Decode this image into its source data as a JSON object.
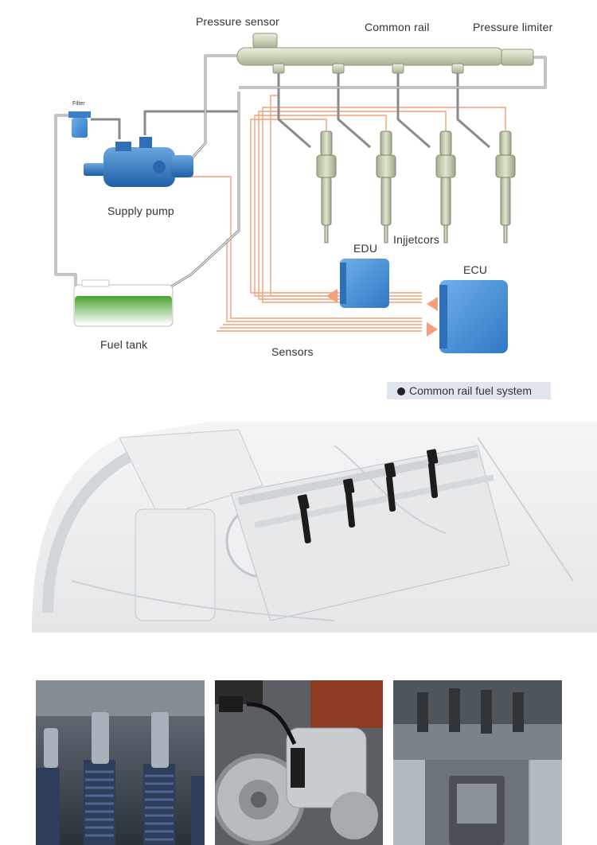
{
  "diagram": {
    "labels": {
      "pressure_sensor": "Pressure sensor",
      "common_rail": "Common rail",
      "pressure_limiter": "Pressure limiter",
      "filter": "Filter",
      "supply_pump": "Supply pump",
      "injectors": "Injjetcors",
      "edu": "EDU",
      "ecu": "ECU",
      "fuel_tank": "Fuel tank",
      "sensors": "Sensors"
    },
    "caption": "Common rail fuel system"
  },
  "colors": {
    "pipe": "#7a7a7a",
    "wire": "#f2a07a",
    "rail": "#d3dcc3",
    "pump": "#3f86c9",
    "module": "#3b86d2",
    "fuel": "#3f9a2a",
    "caption_bg": "#e1e6ee"
  },
  "images": [
    {
      "name": "engine-bay-injectors-photo"
    },
    {
      "name": "valve-springs-photo"
    },
    {
      "name": "fuel-pump-photo"
    },
    {
      "name": "engine-cutaway-photo"
    }
  ]
}
